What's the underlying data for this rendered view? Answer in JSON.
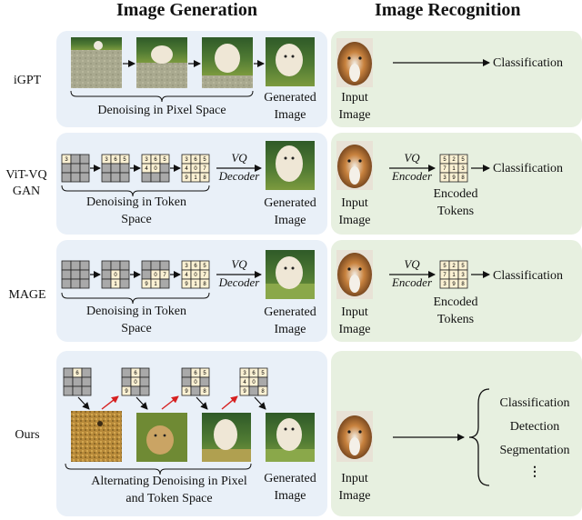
{
  "headers": {
    "generation": "Image Generation",
    "recognition": "Image Recognition"
  },
  "rows": [
    {
      "label": "iGPT",
      "caption": "Denoising in Pixel Space",
      "generated": "Generated Image",
      "input": "Input Image",
      "output": "Classification"
    },
    {
      "label": "ViT-VQGAN",
      "caption": "Denoising in Token Space",
      "decoder_top": "VQ",
      "decoder_bottom": "Decoder",
      "generated": "Generated Image",
      "input": "Input Image",
      "encoder_top": "VQ",
      "encoder_bottom": "Encoder",
      "encoded": "Encoded Tokens",
      "output": "Classification"
    },
    {
      "label": "MAGE",
      "caption": "Denoising in Token Space",
      "decoder_top": "VQ",
      "decoder_bottom": "Decoder",
      "generated": "Generated Image",
      "input": "Input Image",
      "encoder_top": "VQ",
      "encoder_bottom": "Encoder",
      "encoded": "Encoded Tokens",
      "output": "Classification"
    },
    {
      "label": "Ours",
      "caption": "Alternating Denoising in Pixel and Token Space",
      "generated": "Generated Image",
      "input": "Input Image",
      "tasks": [
        "Classification",
        "Detection",
        "Segmentation",
        "⋮"
      ]
    }
  ],
  "colors": {
    "gen_panel": "#e9f0f8",
    "rec_panel": "#e7f0e0",
    "token_cell": "#fbf1d3",
    "mask_cell": "#a9a9a9",
    "red_arrow": "#d62020"
  }
}
